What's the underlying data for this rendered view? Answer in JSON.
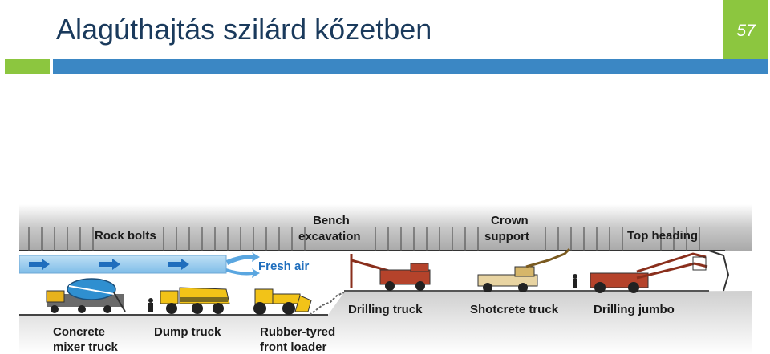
{
  "slide": {
    "title": "Alagúthajtás szilárd kőzetben",
    "page_number": "57"
  },
  "diagram": {
    "labels": {
      "rock_bolts": "Rock bolts",
      "bench_excavation_1": "Bench",
      "bench_excavation_2": "excavation",
      "crown_support_1": "Crown",
      "crown_support_2": "support",
      "top_heading": "Top heading",
      "fresh_air": "Fresh air",
      "drilling_truck": "Drilling truck",
      "shotcrete_truck": "Shotcrete truck",
      "drilling_jumbo": "Drilling jumbo",
      "concrete_mixer_truck_1": "Concrete",
      "concrete_mixer_truck_2": "mixer truck",
      "dump_truck": "Dump truck",
      "front_loader_1": "Rubber-tyred",
      "front_loader_2": "front loader"
    }
  },
  "colors": {
    "brand_green": "#8cc63f",
    "brand_blue": "#3b87c4",
    "title_text": "#1a3a5c",
    "airflow_blue": "#1f6ebd"
  }
}
